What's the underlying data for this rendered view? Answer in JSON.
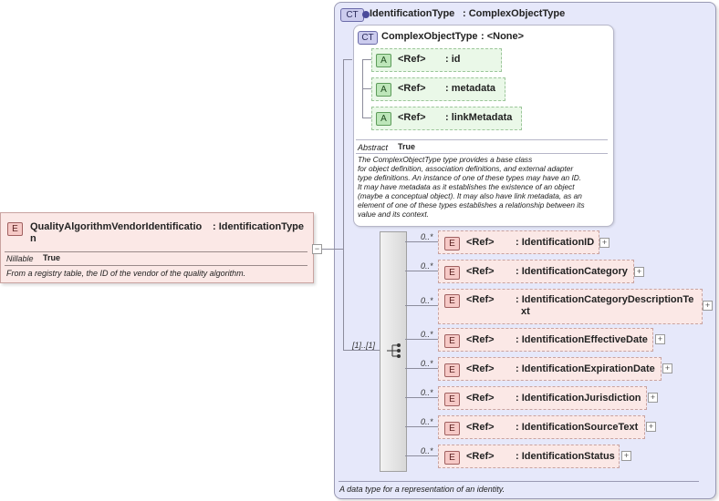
{
  "main_element": {
    "badge": "E",
    "name_line1": "QualityAlgorithmVendorIdentificatio",
    "name_line2": "n",
    "type": ": IdentificationType",
    "nillable_label": "Nillable",
    "nillable_value": "True",
    "description": "From a registry table, the ID of the vendor of the quality algorithm.",
    "collapse_symbol": "−"
  },
  "identification_type": {
    "badge": "CT",
    "name": "IdentificationType",
    "base": ": ComplexObjectType",
    "description": "A data type for a representation of an identity."
  },
  "complex_object_type": {
    "badge": "CT",
    "name": "ComplexObjectType",
    "base": ": <None>",
    "abstract_label": "Abstract",
    "abstract_value": "True",
    "description_lines": [
      "The ComplexObjectType type provides a base class",
      "for object definition, association definitions, and external adapter",
      "type definitions. An instance of one of these types may have an ID.",
      "It may have metadata as it establishes the existence of an object",
      "(maybe a conceptual object). It may also have link metadata, as an",
      "element of one of these types establishes a relationship between its",
      "value and its context."
    ],
    "attributes": [
      {
        "badge": "A",
        "ref": "<Ref>",
        "name": ": id"
      },
      {
        "badge": "A",
        "ref": "<Ref>",
        "name": ": metadata"
      },
      {
        "badge": "A",
        "ref": "<Ref>",
        "name": ": linkMetadata"
      }
    ]
  },
  "sequence": {
    "occurrence": "[1]..[1]"
  },
  "elements": [
    {
      "badge": "E",
      "ref": "<Ref>",
      "name": ": IdentificationID",
      "occurrence": "0..*",
      "expand": "+"
    },
    {
      "badge": "E",
      "ref": "<Ref>",
      "name": ": IdentificationCategory",
      "occurrence": "0..*",
      "expand": "+"
    },
    {
      "badge": "E",
      "ref": "<Ref>",
      "name_line1": ": IdentificationCategoryDescriptionTe",
      "name_line2": "xt",
      "occurrence": "0..*",
      "expand": "+"
    },
    {
      "badge": "E",
      "ref": "<Ref>",
      "name": ": IdentificationEffectiveDate",
      "occurrence": "0..*",
      "expand": "+"
    },
    {
      "badge": "E",
      "ref": "<Ref>",
      "name": ": IdentificationExpirationDate",
      "occurrence": "0..*",
      "expand": "+"
    },
    {
      "badge": "E",
      "ref": "<Ref>",
      "name": ": IdentificationJurisdiction",
      "occurrence": "0..*",
      "expand": "+"
    },
    {
      "badge": "E",
      "ref": "<Ref>",
      "name": ": IdentificationSourceText",
      "occurrence": "0..*",
      "expand": "+"
    },
    {
      "badge": "E",
      "ref": "<Ref>",
      "name": ": IdentificationStatus",
      "occurrence": "0..*",
      "expand": "+"
    }
  ]
}
